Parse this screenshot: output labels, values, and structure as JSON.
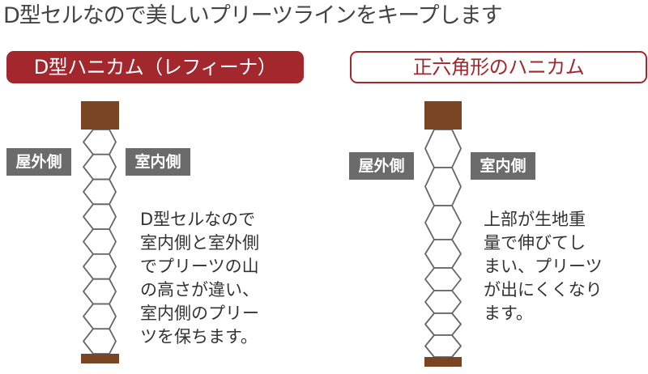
{
  "headline": "D型セルなので美しいプリーツラインをキープします",
  "left": {
    "title": "D型ハニカム（レフィーナ）",
    "outside_label": "屋外側",
    "inside_label": "室内側",
    "description_lines": [
      "D型セルなので",
      "室内側と室外側",
      "でプリーツの山",
      "の高さが違い、",
      "室内側のプリー",
      "ツを保ちます。"
    ]
  },
  "right": {
    "title": "正六角形のハニカム",
    "outside_label": "屋外側",
    "inside_label": "室内側",
    "description_lines": [
      "上部が生地重",
      "量で伸びてし",
      "まい、プリーツ",
      "が出にくくなり",
      "ます。"
    ]
  },
  "colors": {
    "accent": "#a3282e",
    "rail": "#7a4522",
    "tag_bg": "#6b6b6b",
    "cell_stroke": "#666666"
  }
}
